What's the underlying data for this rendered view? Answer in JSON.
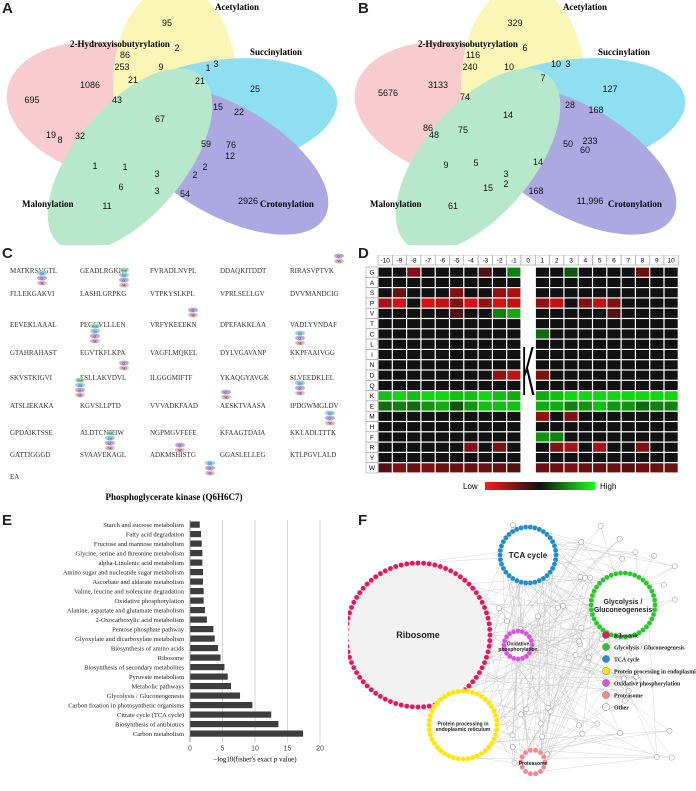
{
  "panel_labels": {
    "a": "A",
    "b": "B",
    "c": "C",
    "d": "D",
    "e": "E",
    "f": "F"
  },
  "venn_a": {
    "sets": [
      "2-Hydroxyisobutyrylation",
      "Acetylation",
      "Succinylation",
      "Crotonylation",
      "Malonylation"
    ],
    "colors": [
      "#f4a3a8",
      "#f7f07a",
      "#33c6e8",
      "#6a62c9",
      "#7fd6a2"
    ],
    "values": [
      {
        "label": "95"
      },
      {
        "label": "2"
      },
      {
        "label": "86"
      },
      {
        "label": "253"
      },
      {
        "label": "9"
      },
      {
        "label": "21"
      },
      {
        "label": "1"
      },
      {
        "label": "3"
      },
      {
        "label": "25"
      },
      {
        "label": "1086"
      },
      {
        "label": "21"
      },
      {
        "label": "695"
      },
      {
        "label": "43"
      },
      {
        "label": "15"
      },
      {
        "label": "22"
      },
      {
        "label": "67"
      },
      {
        "label": "19"
      },
      {
        "label": "8"
      },
      {
        "label": "32"
      },
      {
        "label": "59"
      },
      {
        "label": "76"
      },
      {
        "label": "12"
      },
      {
        "label": "2"
      },
      {
        "label": "1"
      },
      {
        "label": "1"
      },
      {
        "label": "2"
      },
      {
        "label": "3"
      },
      {
        "label": "6"
      },
      {
        "label": "3"
      },
      {
        "label": "54"
      },
      {
        "label": "11"
      },
      {
        "label": "2926"
      }
    ]
  },
  "venn_b": {
    "sets": [
      "2-Hydroxyisobutyrylation",
      "Acetylation",
      "Succinylation",
      "Crotonylation",
      "Malonylation"
    ],
    "values": [
      {
        "label": "329"
      },
      {
        "label": "6"
      },
      {
        "label": "116"
      },
      {
        "label": "240"
      },
      {
        "label": "10"
      },
      {
        "label": "3"
      },
      {
        "label": "10"
      },
      {
        "label": "7"
      },
      {
        "label": "127"
      },
      {
        "label": "3133"
      },
      {
        "label": "5676"
      },
      {
        "label": "74"
      },
      {
        "label": "28"
      },
      {
        "label": "168"
      },
      {
        "label": "14"
      },
      {
        "label": "86"
      },
      {
        "label": "48"
      },
      {
        "label": "75"
      },
      {
        "label": "50"
      },
      {
        "label": "233"
      },
      {
        "label": "60"
      },
      {
        "label": "9"
      },
      {
        "label": "5"
      },
      {
        "label": "14"
      },
      {
        "label": "3"
      },
      {
        "label": "2"
      },
      {
        "label": "15"
      },
      {
        "label": "168"
      },
      {
        "label": "61"
      },
      {
        "label": "11,996"
      }
    ]
  },
  "panel_c": {
    "title": "Phosphoglycerate kinase (Q6H6C7)",
    "rows": [
      [
        "MATKRSVGTL",
        "GEADLRGKKV",
        "FVRADLNVPL",
        "DDAQKITDDT",
        "RIRASVPTVK"
      ],
      [
        "FLLEKGAKVI",
        "LASHLGRPKG",
        "VTPKYSLKPL",
        "VPRLSELLGV",
        "DVVMANDCIG"
      ],
      [
        "EEVEKLAAAL",
        "PEGGVLLLEN",
        "VRFYKEEEKN",
        "DPEFAKKLAA",
        "VADLYVNDAF"
      ],
      [
        "GTAHRAHAST",
        "EGVTKFLKPA",
        "VAGFLMQKEL",
        "DYLVGAVANP",
        "KKPFAAIVGG"
      ],
      [
        "SKVSTKIGVI",
        "ESLLAKVDVL",
        "ILGGGMIFTF",
        "YKAQGYAVGK",
        "SLVEEDKLEL"
      ],
      [
        "ATSLIEKAKA",
        "KGVSLLPTD",
        "VVVADKFAAD",
        "AESKTVAASA",
        "IPDGWMGLDV"
      ],
      [
        "GPDAIKTSSE",
        "ALDTCNTIIW",
        "NGPMGVFEFE",
        "KFAAGTDAIA",
        "KKLADLTTTK"
      ],
      [
        "GATTIGGGD",
        "SVAAVEKAGL",
        "ADKMSHISTG",
        "GGASLELLEG",
        "KTLPGVLALD"
      ],
      [
        "EA"
      ]
    ],
    "mod_tags": [
      "hib",
      "cr",
      "su",
      "mal",
      "ac"
    ]
  },
  "panel_d": {
    "positions": [
      "-10",
      "-9",
      "-8",
      "-7",
      "-6",
      "-5",
      "-4",
      "-3",
      "-2",
      "-1",
      "0",
      "1",
      "2",
      "3",
      "4",
      "5",
      "6",
      "7",
      "8",
      "9",
      "10"
    ],
    "residues": [
      "G",
      "A",
      "S",
      "P",
      "V",
      "T",
      "C",
      "L",
      "I",
      "N",
      "D",
      "Q",
      "K",
      "E",
      "M",
      "H",
      "F",
      "R",
      "Y",
      "W"
    ],
    "center_residue": "K",
    "legend_low": "Low",
    "legend_high": "High",
    "heat": [
      [
        0,
        0,
        -0.5,
        0,
        0,
        0,
        0,
        -0.3,
        0,
        0.5,
        0,
        0,
        0.3,
        0,
        0,
        0,
        0,
        -0.4,
        0,
        0
      ],
      [
        0,
        0,
        0,
        0,
        0,
        0,
        0,
        0,
        0,
        0,
        0,
        0,
        0,
        0,
        0,
        0,
        0,
        0,
        0,
        0
      ],
      [
        0,
        -0.4,
        0,
        0,
        0,
        -0.5,
        0,
        0,
        -0.6,
        -0.7,
        0,
        0,
        0,
        0,
        0,
        0,
        0,
        0,
        0,
        0
      ],
      [
        -0.7,
        -0.9,
        0,
        -0.9,
        -0.8,
        -0.5,
        -0.9,
        -0.6,
        -0.9,
        -0.8,
        -0.6,
        -0.8,
        0,
        -0.5,
        -0.8,
        -0.5,
        0,
        0,
        0,
        0
      ],
      [
        0,
        0,
        0,
        0,
        0,
        -0.3,
        0,
        0,
        0.5,
        0.7,
        0,
        0,
        0,
        0,
        0,
        -0.3,
        0,
        0,
        0,
        0
      ],
      [
        0,
        0,
        0,
        0,
        0,
        0,
        0,
        0,
        0,
        0,
        0,
        0,
        0,
        0,
        0,
        0,
        0,
        0,
        0,
        0
      ],
      [
        0,
        0,
        0,
        0,
        0,
        0,
        0,
        0,
        0,
        0,
        0.4,
        0,
        0,
        0,
        0,
        0,
        0,
        0,
        0,
        0
      ],
      [
        0,
        0,
        0,
        0,
        0,
        0,
        0,
        0,
        0,
        0,
        0,
        0,
        0,
        0,
        0,
        0,
        0,
        0,
        0,
        0
      ],
      [
        0,
        0,
        0,
        0,
        0,
        0,
        0,
        0,
        0,
        0,
        0,
        0,
        0,
        0,
        0,
        0,
        0,
        0,
        0,
        0
      ],
      [
        0,
        0,
        0,
        0,
        0,
        0,
        0,
        0,
        0,
        0,
        0,
        0,
        0,
        0,
        0,
        0,
        0,
        0,
        0,
        0
      ],
      [
        0,
        0,
        0,
        0,
        0,
        0,
        0,
        0,
        -0.6,
        -0.8,
        -0.5,
        0,
        0,
        0,
        0,
        0,
        0,
        0,
        0,
        0
      ],
      [
        0,
        0,
        0,
        0,
        0,
        0,
        0,
        0,
        0,
        0,
        0,
        0,
        0,
        0,
        0,
        0,
        0,
        0,
        0,
        0
      ],
      [
        0.8,
        0.9,
        0.8,
        0.9,
        0.9,
        0.8,
        0.8,
        0.9,
        0.8,
        0.7,
        0.7,
        0.8,
        0.9,
        0.9,
        0.9,
        0.9,
        0.9,
        0.9,
        0.9,
        0.9
      ],
      [
        0.4,
        0.5,
        0.4,
        0.6,
        0.7,
        0.3,
        0.6,
        0.8,
        0.8,
        0.8,
        0.7,
        0.7,
        0.5,
        0.6,
        0.8,
        0.6,
        0.6,
        0.4,
        0.5,
        0.5
      ],
      [
        0,
        0,
        0,
        0,
        0,
        0,
        0,
        0,
        0,
        0,
        -0.6,
        0,
        -0.5,
        0,
        0,
        0,
        0,
        0,
        0,
        0
      ],
      [
        0,
        0,
        0,
        0,
        0,
        0,
        0,
        0,
        0,
        0,
        0,
        0,
        0,
        0,
        0,
        0,
        0,
        0,
        0,
        0
      ],
      [
        0,
        0,
        0,
        0,
        0,
        0,
        0,
        0,
        0,
        0,
        0.6,
        0.5,
        0,
        0,
        0,
        0,
        0,
        0,
        0,
        0
      ],
      [
        0,
        0,
        0,
        0,
        0,
        0,
        -0.5,
        0,
        -0.5,
        0,
        0,
        -0.5,
        -0.7,
        0,
        -0.7,
        0,
        0,
        -0.5,
        0,
        0
      ],
      [
        0,
        0,
        0,
        0,
        0,
        0,
        0,
        0,
        0,
        0,
        0,
        0,
        0,
        0,
        0,
        0,
        0,
        0,
        0,
        0
      ],
      [
        -0.3,
        -0.5,
        -0.4,
        -0.5,
        -0.4,
        -0.4,
        -0.4,
        -0.4,
        -0.4,
        -0.3,
        -0.4,
        -0.4,
        -0.5,
        -0.4,
        -0.4,
        -0.4,
        -0.3,
        -0.4,
        -0.4,
        -0.4
      ]
    ]
  },
  "chart_data": {
    "type": "bar",
    "orientation": "horizontal",
    "categories": [
      "Starch and sucrose metabolism",
      "Fatty acid degradation",
      "Fructose and mannose metabolism",
      "Glycine, serine and threonine metabolism",
      "alpha-Linolenic acid metabolism",
      "Amino sugar and nucleotide sugar metabolism",
      "Ascorbate and aldarate metabolism",
      "Valine, leucine and isoleucine degradation",
      "Oxidative phosphorylation",
      "Alanine, aspartate and glutamate metabolism",
      "2-Oxocarboxylic acid metabolism",
      "Pentose phosphate pathway",
      "Glyoxylate and dicarboxylate metabolism",
      "Biosynthesis of amino acids",
      "Ribosome",
      "Biosynthesis of secondary metabolites",
      "Pyruvate metabolism",
      "Metabolic pathways",
      "Glycolysis / Gluconeogenesis",
      "Carbon fixation in photosynthetic organisms",
      "Citrate cycle (TCA cycle)",
      "Biosynthesis of antibiotics",
      "Carbon metabolism"
    ],
    "values": [
      1.5,
      1.7,
      1.8,
      1.9,
      1.9,
      2.0,
      2.0,
      2.1,
      2.1,
      2.3,
      2.6,
      3.6,
      3.8,
      4.3,
      4.7,
      5.3,
      5.8,
      6.3,
      7.7,
      9.6,
      12.5,
      13.6,
      17.4
    ],
    "xlabel": "−log10(fisher's exact p value)",
    "xticks": [
      0,
      5,
      10,
      15,
      20
    ],
    "xlim": [
      0,
      20
    ]
  },
  "panel_f": {
    "clusters": [
      {
        "name": "Ribosome",
        "color": "#e8175d"
      },
      {
        "name": "TCA cycle",
        "color": "#1e8fce"
      },
      {
        "name": "Glycolysis / Gluconeogenesis",
        "color": "#27c92b"
      },
      {
        "name": "Oxidative phosphorylation",
        "color": "#e04fe0"
      },
      {
        "name": "Protein processing in endoplasmic reticulum",
        "color": "#ffe600"
      },
      {
        "name": "Proteasome",
        "color": "#f08a8a"
      }
    ],
    "legend": [
      {
        "label": "Ribosome",
        "color": "#e8175d"
      },
      {
        "label": "Glycolysis / Gluconeogenesis",
        "color": "#27c92b"
      },
      {
        "label": "TCA cycle",
        "color": "#1e8fce"
      },
      {
        "label": "Protein processing in endoplasmic reticulum",
        "color": "#ffe600"
      },
      {
        "label": "Oxidative phosphorylation",
        "color": "#e04fe0"
      },
      {
        "label": "Proteasome",
        "color": "#f08a8a"
      },
      {
        "label": "Other",
        "color": "#ffffff"
      }
    ]
  }
}
